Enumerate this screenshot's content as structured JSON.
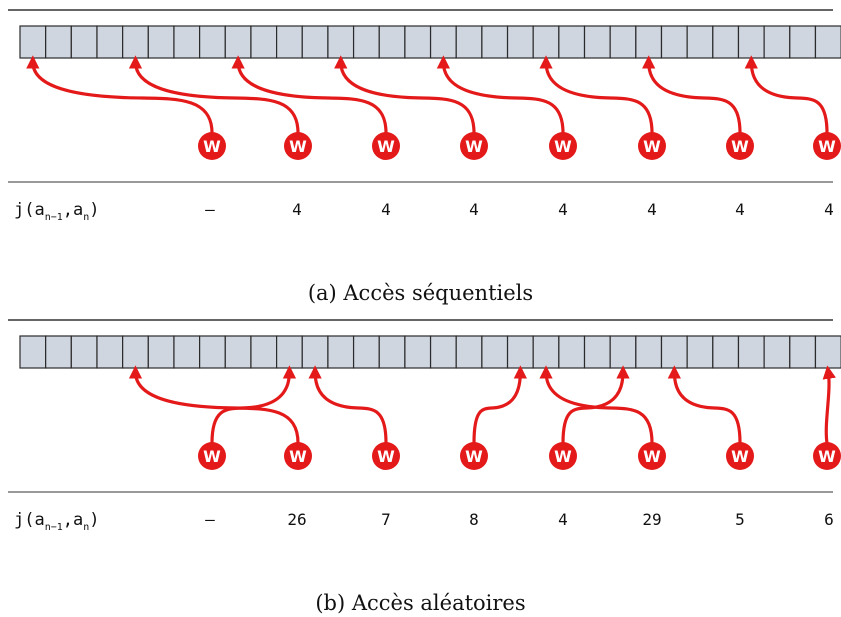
{
  "colors": {
    "cell_fill": "#cfd6e0",
    "cell_stroke": "#2b2b2b",
    "arrow": "#e41a1a",
    "badge_text": "#ffffff",
    "rule": "#333333",
    "text": "#111111"
  },
  "cell_count": 32,
  "label_base": "j(a",
  "label_sub1": "n−1",
  "label_mid": ",a",
  "label_sub2": "n",
  "label_end": ")",
  "badge_letter": "W",
  "panels": [
    {
      "caption": "(a) Accès séquentiels",
      "values": [
        "–",
        "4",
        "4",
        "4",
        "4",
        "4",
        "4",
        "4"
      ],
      "arrows": [
        {
          "from_writer": 0,
          "to_cell": 0
        },
        {
          "from_writer": 1,
          "to_cell": 4
        },
        {
          "from_writer": 2,
          "to_cell": 8
        },
        {
          "from_writer": 3,
          "to_cell": 12
        },
        {
          "from_writer": 4,
          "to_cell": 16
        },
        {
          "from_writer": 5,
          "to_cell": 20
        },
        {
          "from_writer": 6,
          "to_cell": 24
        },
        {
          "from_writer": 7,
          "to_cell": 28
        }
      ]
    },
    {
      "caption": "(b) Accès aléatoires",
      "values": [
        "–",
        "26",
        "7",
        "8",
        "4",
        "29",
        "5",
        "6"
      ],
      "arrows": [
        {
          "from_writer": 0,
          "to_cell": 10
        },
        {
          "from_writer": 1,
          "to_cell": 4
        },
        {
          "from_writer": 2,
          "to_cell": 11
        },
        {
          "from_writer": 3,
          "to_cell": 19
        },
        {
          "from_writer": 4,
          "to_cell": 23
        },
        {
          "from_writer": 5,
          "to_cell": 20
        },
        {
          "from_writer": 6,
          "to_cell": 25
        },
        {
          "from_writer": 7,
          "to_cell": 31
        }
      ]
    }
  ]
}
